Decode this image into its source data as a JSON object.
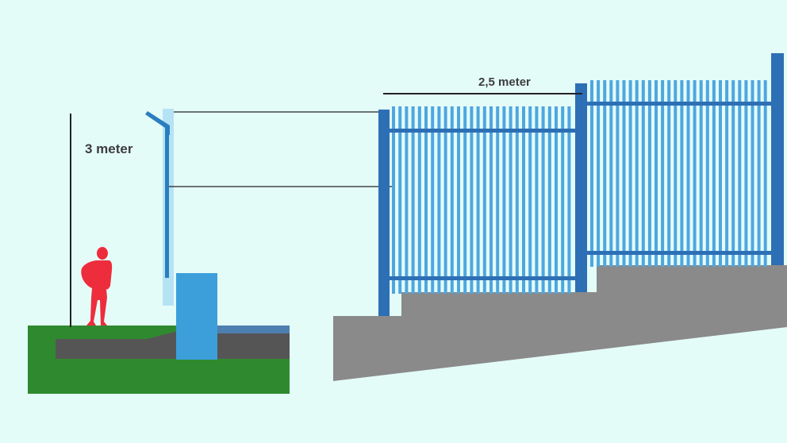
{
  "labels": {
    "height_label": "3 meter",
    "spacing_label": "2,5 meter"
  },
  "colors": {
    "background": "#e4fcf8",
    "grass": "#2f8a2f",
    "road": "#555555",
    "concrete": "#8a8a8a",
    "fence_post": "#2d6fb5",
    "fence_bar": "#4fa6e0",
    "fence_bar_light": "#9fd4f2",
    "person": "#ee2d3c",
    "block": "#3c9fda",
    "line": "#222222"
  },
  "icons": {
    "person": "standing-person-silhouette"
  }
}
